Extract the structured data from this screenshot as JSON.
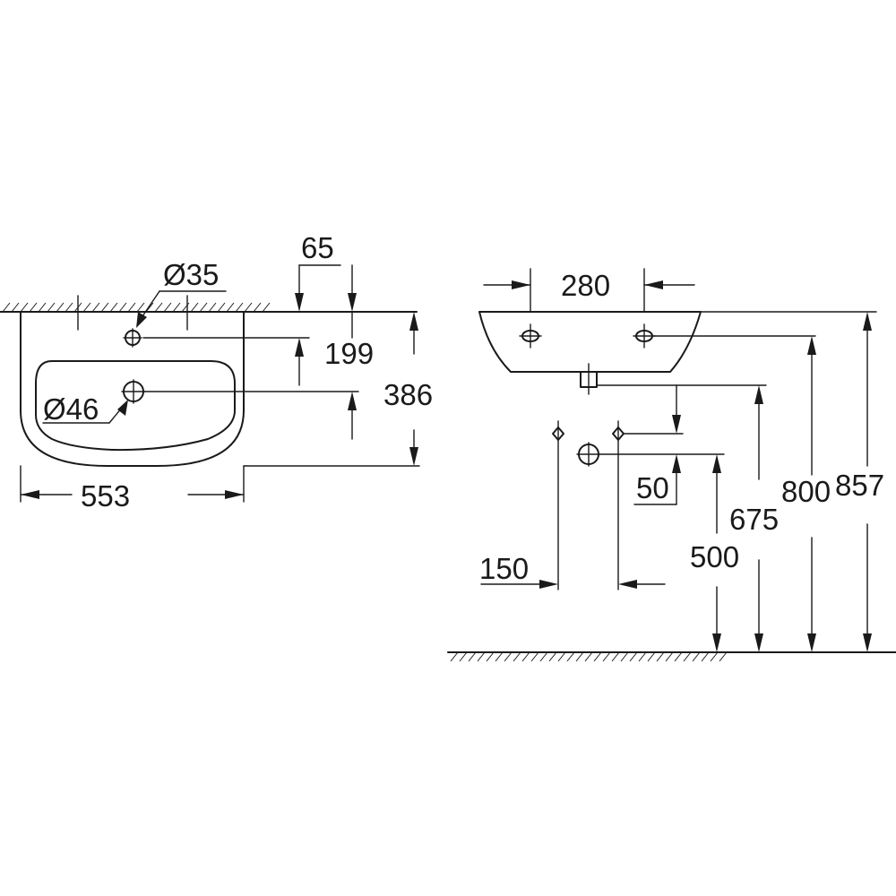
{
  "top_view": {
    "tap_hole_diameter": "Ø35",
    "overflow_diameter": "Ø46",
    "offset_wall_to_tap": "65",
    "tap_to_overflow": "199",
    "depth": "386",
    "width": "553"
  },
  "side_view": {
    "fixing_spacing": "280",
    "drain_offset": "50",
    "supply_spacing": "150",
    "height_supply": "500",
    "height_waste": "675",
    "height_fixing": "800",
    "height_rim": "857"
  }
}
